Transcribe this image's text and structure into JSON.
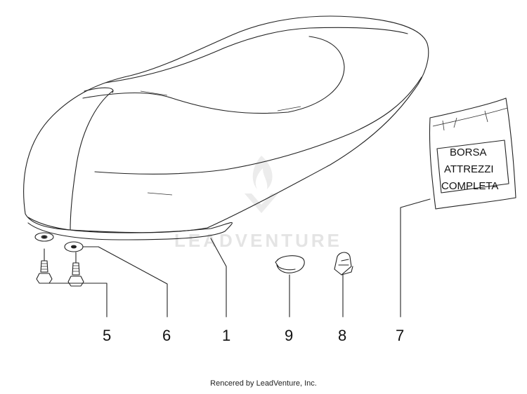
{
  "watermark": {
    "text": "LEADVENTURE"
  },
  "parts": {
    "seat": {
      "callout": "1"
    },
    "screw": {
      "callout": "5"
    },
    "washer": {
      "callout": "6"
    },
    "tool_bag": {
      "callout": "7",
      "label_lines": [
        "BORSA",
        "ATTREZZI",
        "COMPLETA"
      ]
    },
    "clip": {
      "callout": "8"
    },
    "clamp": {
      "callout": "9"
    }
  },
  "footer": {
    "credit": "Rencered by LeadVenture, Inc."
  }
}
